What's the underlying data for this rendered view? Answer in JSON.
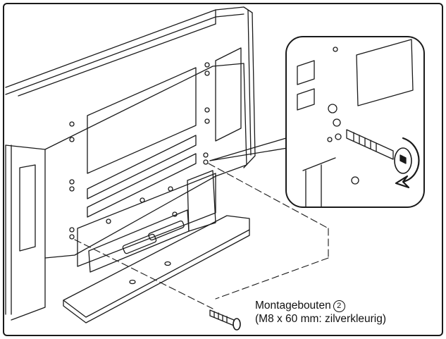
{
  "callout": {
    "line1": "Montagebouten",
    "number": "2",
    "line2": "(M8 x 60 mm: zilverkleurig)"
  }
}
